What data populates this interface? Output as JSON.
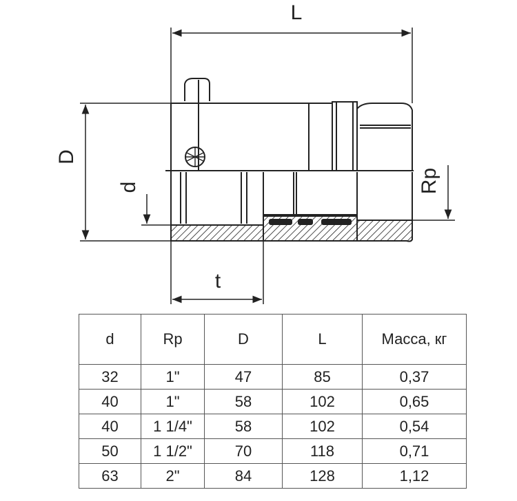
{
  "drawing": {
    "labels": {
      "length": "L",
      "outer_diameter": "D",
      "pipe_diameter": "d",
      "thread": "Rp",
      "socket_depth": "t"
    },
    "line_color": "#222222"
  },
  "table": {
    "headers": [
      "d",
      "Rp",
      "D",
      "L",
      "Масса, кг"
    ],
    "rows": [
      [
        "32",
        "1\"",
        "47",
        "85",
        "0,37"
      ],
      [
        "40",
        "1\"",
        "58",
        "102",
        "0,65"
      ],
      [
        "40",
        "1 1/4\"",
        "58",
        "102",
        "0,54"
      ],
      [
        "50",
        "1 1/2\"",
        "70",
        "118",
        "0,71"
      ],
      [
        "63",
        "2\"",
        "84",
        "128",
        "1,12"
      ]
    ]
  }
}
